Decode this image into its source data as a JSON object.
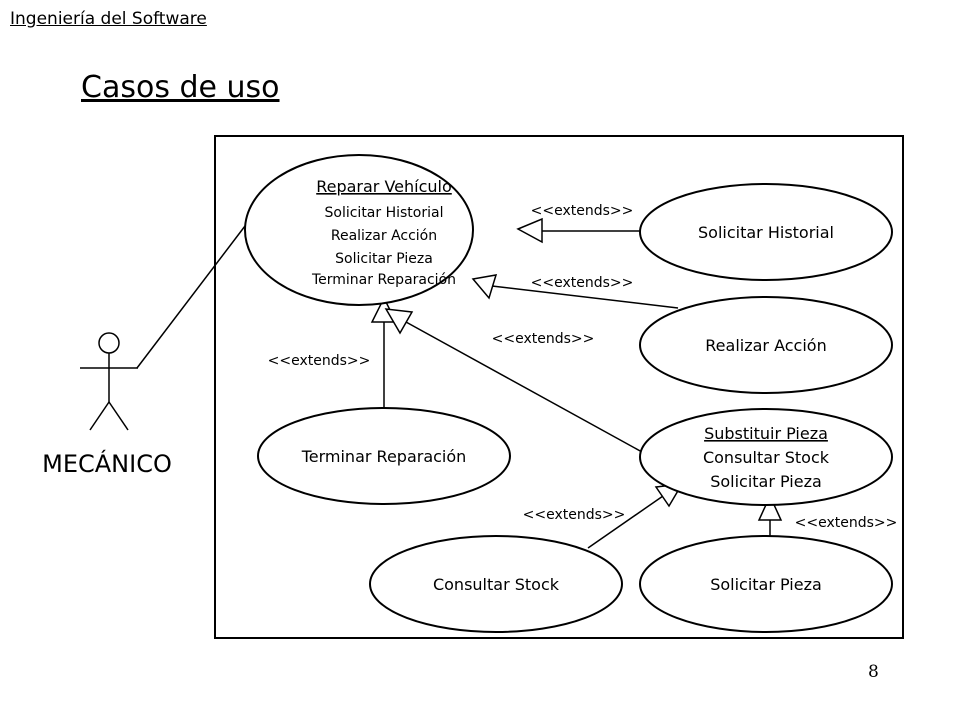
{
  "header": {
    "course": "Ingeniería del Software"
  },
  "slide": {
    "title": "Casos de uso",
    "page_number": "8"
  },
  "actor": {
    "label": "MECÁNICO"
  },
  "use_cases": {
    "reparar": {
      "title": "Reparar Vehículo",
      "lines": [
        "Solicitar Historial",
        "Realizar Acción",
        "Solicitar Pieza",
        "Terminar Reparación"
      ]
    },
    "solicitar_historial": {
      "label": "Solicitar Historial"
    },
    "realizar_accion": {
      "label": "Realizar Acción"
    },
    "substituir": {
      "title": "Substituir Pieza",
      "lines": [
        "Consultar Stock",
        "Solicitar Pieza"
      ]
    },
    "terminar_reparacion": {
      "label": "Terminar Reparación"
    },
    "consultar_stock": {
      "label": "Consultar Stock"
    },
    "solicitar_pieza": {
      "label": "Solicitar Pieza"
    }
  },
  "relations": {
    "extends_label": "<<extends>>"
  }
}
